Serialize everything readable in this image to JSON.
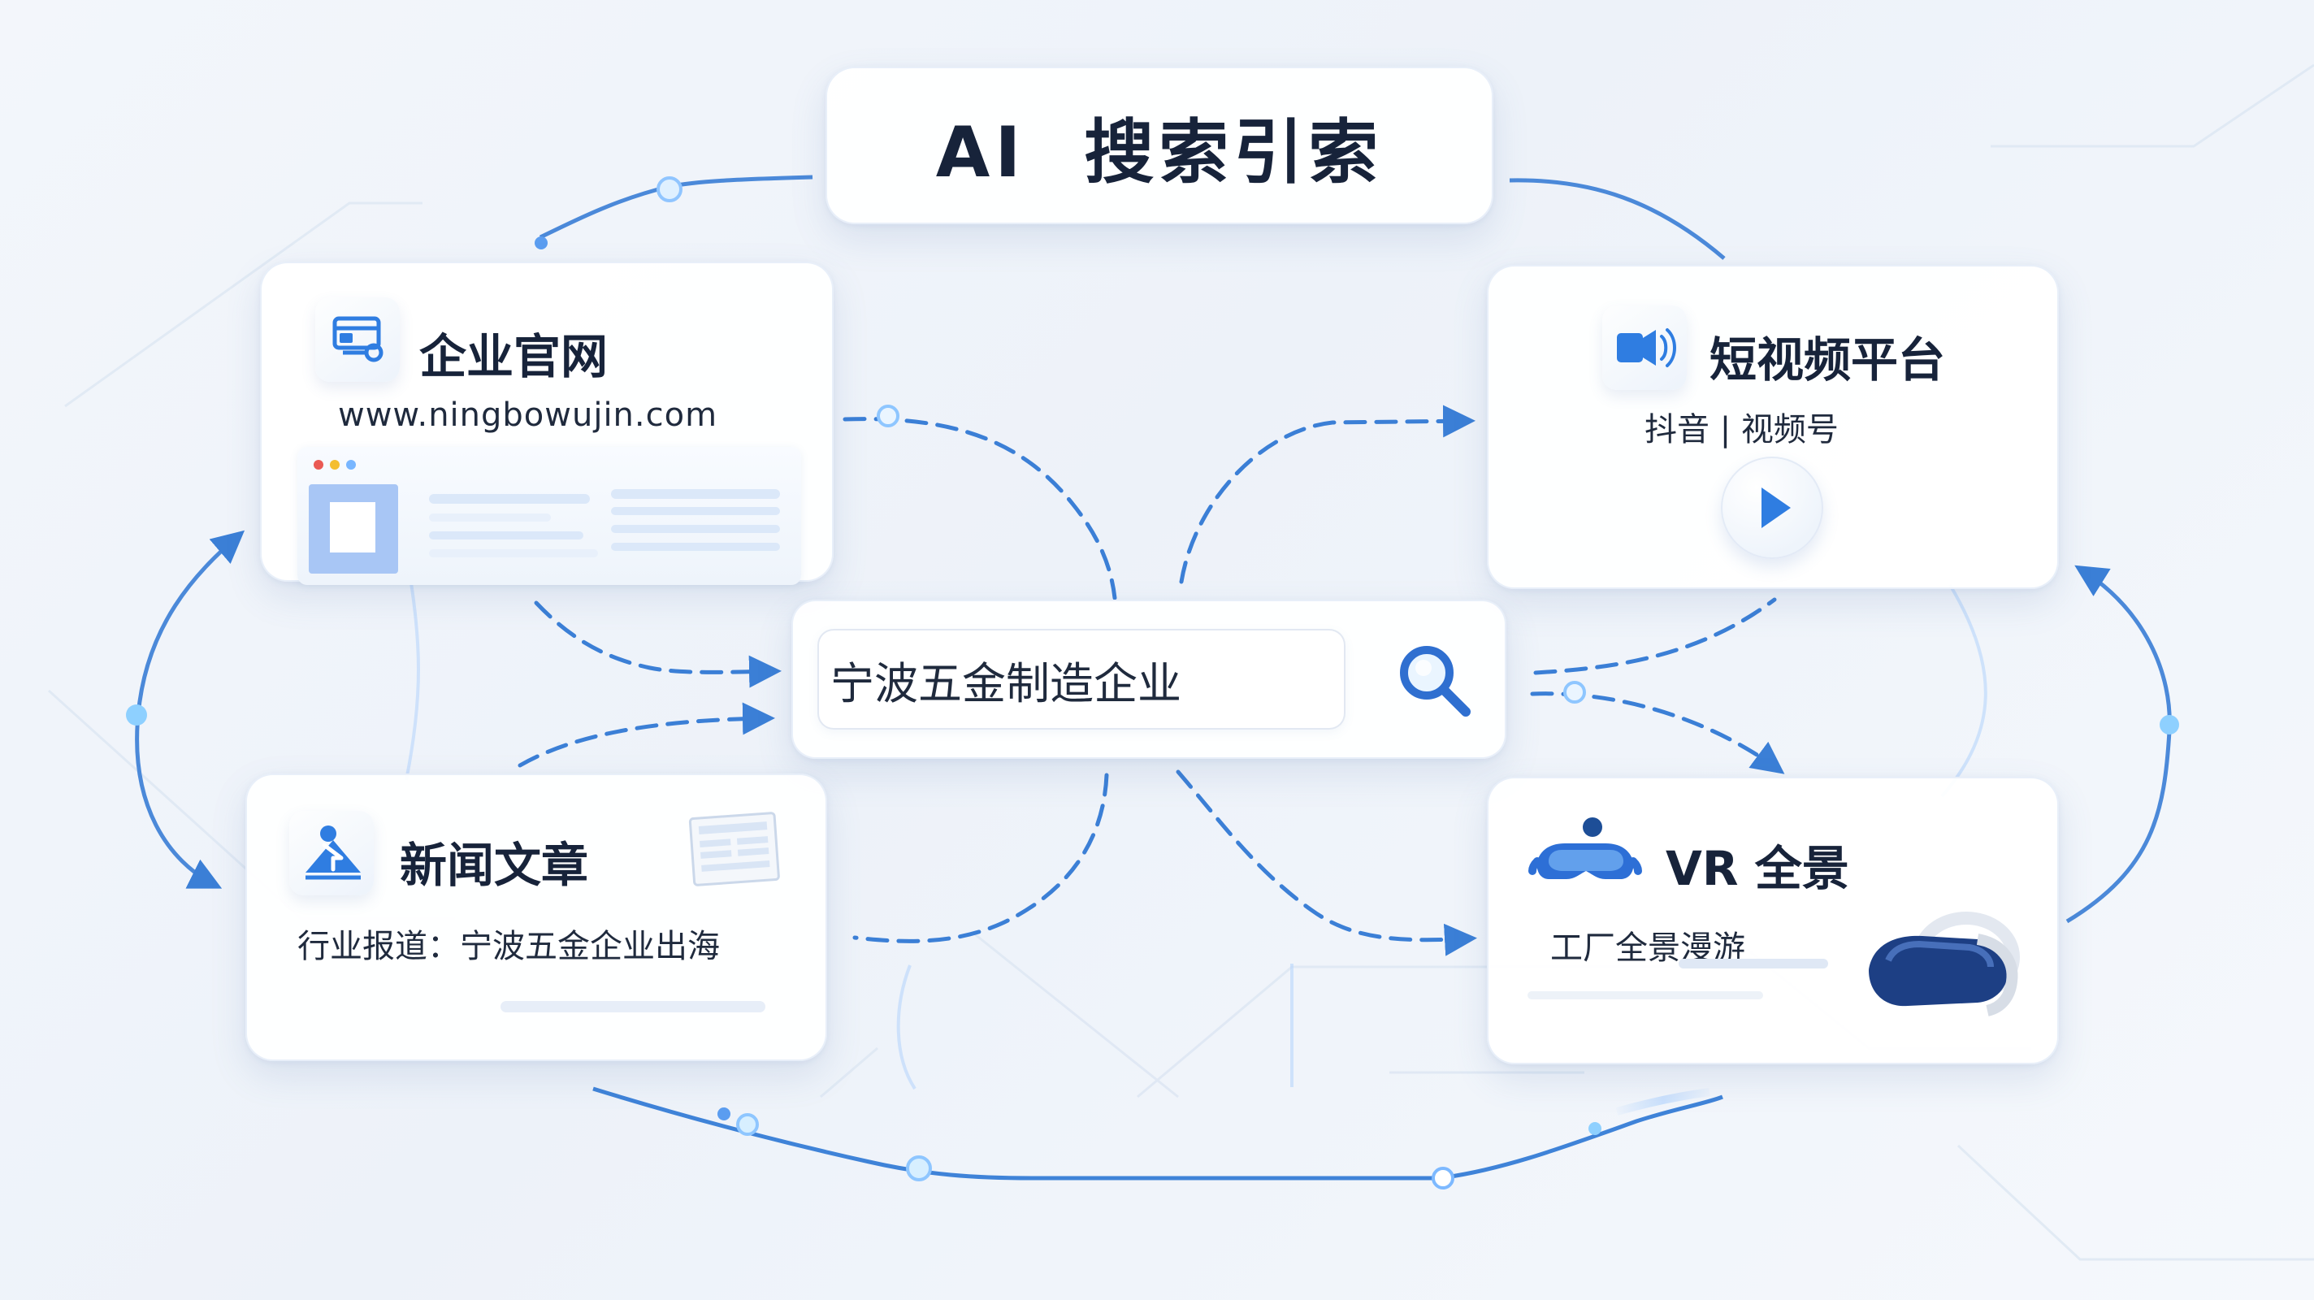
{
  "title": {
    "text": "AI  搜索引索"
  },
  "search": {
    "query": "宁波五金制造企业"
  },
  "nodes": {
    "site": {
      "heading": "企业官网",
      "url": "www.ningbowujin.com"
    },
    "video": {
      "heading": "短视频平台",
      "subtitle": "抖音 | 视频号"
    },
    "news": {
      "heading": "新闻文章",
      "subtitle": "行业报道：宁波五金企业出海"
    },
    "vr": {
      "heading": "VR 全景",
      "subtitle": "工厂全景漫游"
    }
  },
  "icons": {
    "site": "website-icon",
    "video": "speaker-video-icon",
    "news": "news-upload-icon",
    "vr": "vr-headset-icon",
    "search": "search-icon",
    "play": "play-icon"
  },
  "colors": {
    "primary": "#2f7de1",
    "dark_text": "#17233a",
    "line": "#3b7fd6",
    "light_line": "#b7d4f7",
    "card_bg": "#ffffff"
  }
}
